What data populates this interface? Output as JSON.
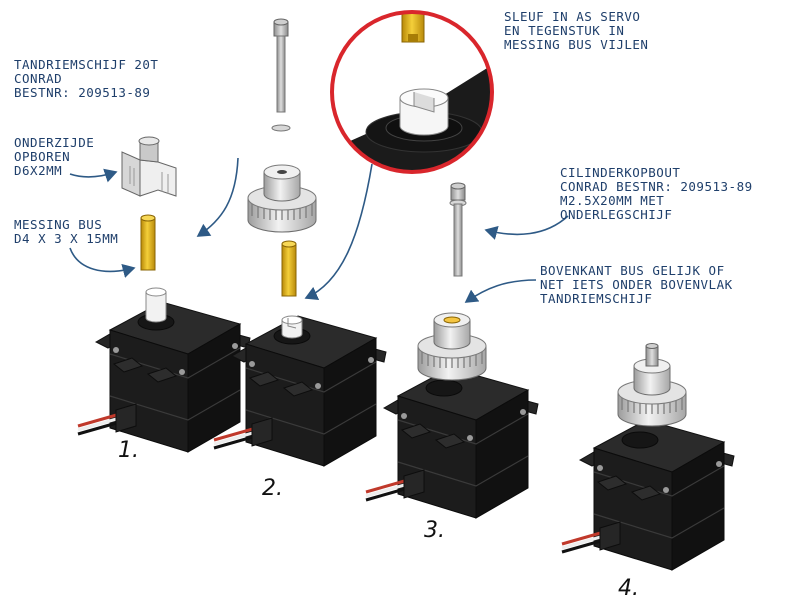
{
  "labels": {
    "pulley": [
      "TANDRIEMSCHIJF 20T",
      "CONRAD",
      "BESTNR: 209513-89"
    ],
    "bore": [
      "ONDERZIJDE",
      "OPBOREN",
      "D6X2MM"
    ],
    "bush": [
      "MESSING BUS",
      "D4 X 3 X 15MM"
    ],
    "file": [
      "SLEUF IN AS SERVO",
      "EN TEGENSTUK IN",
      "MESSING BUS VIJLEN"
    ],
    "bolt": [
      "CILINDERKOPBOUT",
      "CONRAD BESTNR: 209513-89",
      "M2.5X20MM MET",
      "ONDERLEGSCHIJF"
    ],
    "top": [
      "BOVENKANT BUS GELIJK OF",
      "NET IETS ONDER BOVENVLAK",
      "TANDRIEMSCHIJF"
    ]
  },
  "steps": [
    "1.",
    "2.",
    "3.",
    "4."
  ],
  "colors": {
    "annotation": "#1f3f6b",
    "servo": "#1e1e1e",
    "brass": "#e2b21a",
    "aluminium": "#c9c9c9",
    "detail_circle": "#d9262c"
  }
}
